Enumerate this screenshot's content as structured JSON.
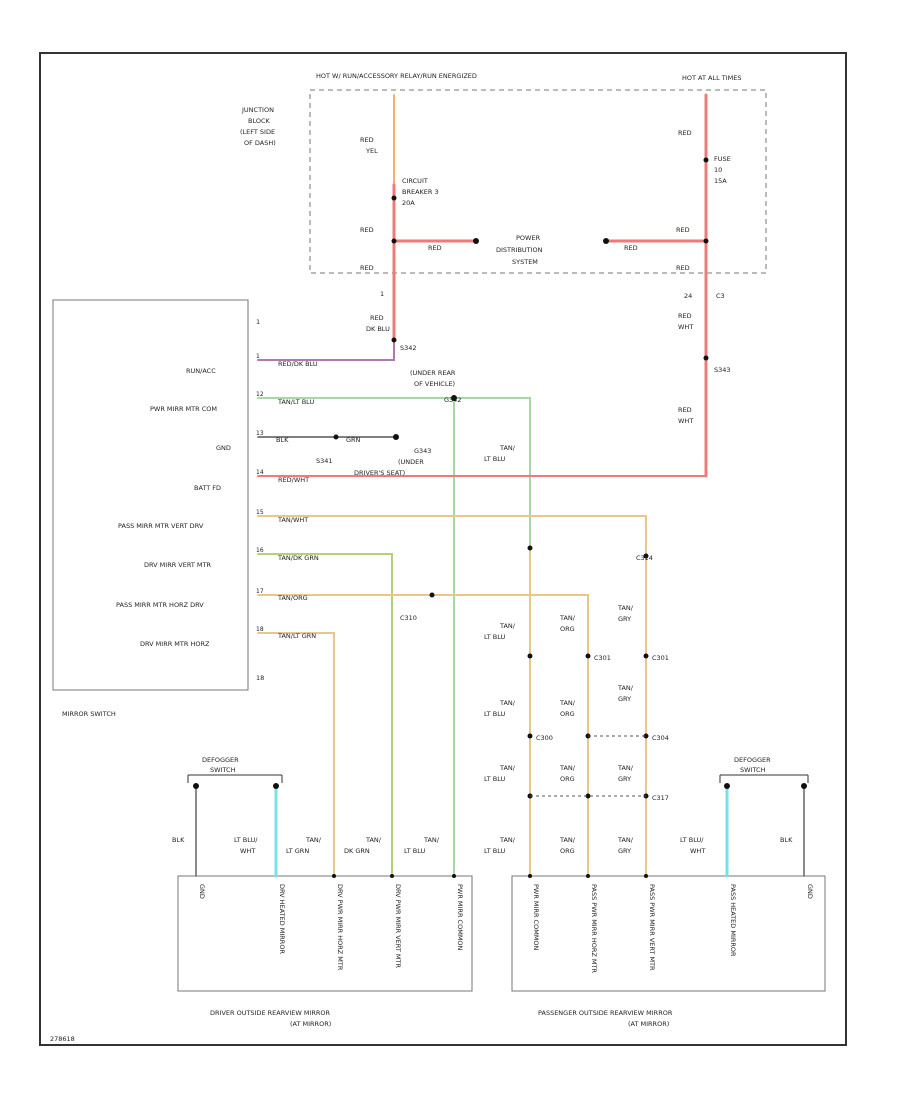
{
  "diagram": {
    "code": "278618",
    "junction_block": {
      "power_label": "HOT W/ RUN/ACCESSORY RELAY/RUN ENERGIZED",
      "hot_at_all_times": "HOT AT ALL TIMES",
      "location": [
        "JUNCTION",
        "BLOCK",
        "(LEFT SIDE",
        "OF DASH)"
      ],
      "circuit_breaker": [
        "CIRCUIT",
        "BREAKER 3",
        "20A"
      ],
      "fuse": [
        "FUSE",
        "10",
        "15A"
      ],
      "power_distribution": [
        "POWER",
        "DISTRIBUTION",
        "SYSTEM"
      ]
    },
    "mirror_switch": {
      "title": "MIRROR SWITCH",
      "pins": [
        {
          "num": "1",
          "label": "RUN/ACC"
        },
        {
          "num": "12",
          "label": "PWR MIRR MTR COM"
        },
        {
          "num": "13",
          "label": "GND"
        },
        {
          "num": "14",
          "label": "BATT FD"
        },
        {
          "num": "15",
          "label": "PASS MIRR MTR VERT DRV"
        },
        {
          "num": "16",
          "label": "DRV MIRR VERT MTR"
        },
        {
          "num": "17",
          "label": "PASS MIRR MTR HORZ DRV"
        },
        {
          "num": "18",
          "label": "DRV MIRR MTR HORZ"
        }
      ],
      "end_pin": "18"
    },
    "wire_labels": {
      "red": "RED",
      "red_yel": [
        "RED",
        "YEL"
      ],
      "red_dk_blu": [
        "RED",
        "DK BLU"
      ],
      "red_wht": [
        "RED",
        "WHT"
      ],
      "red_dk_blu_run": "RED/DK BLU",
      "tan_lt_blu": "TAN/LT BLU",
      "blk": "BLK",
      "grn": "GRN",
      "red_wht_batt": "RED/WHT",
      "tan_wht": "TAN/WHT",
      "tan_dk_grn": "TAN/DK GRN",
      "tan_org": "TAN/ORG",
      "tan_lt_grn": "TAN/LT GRN",
      "tan_lt_blu_pair": [
        "TAN/",
        "LT BLU"
      ],
      "tan_org_pair": [
        "TAN/",
        "ORG"
      ],
      "tan_gry_pair": [
        "TAN/",
        "GRY"
      ],
      "tan_lt_grn_pair": [
        "TAN/",
        "LT GRN"
      ],
      "tan_dk_grn_pair": [
        "TAN/",
        "DK GRN"
      ],
      "lt_blu_wht": [
        "LT BLU/",
        "WHT"
      ]
    },
    "connectors": {
      "c3": "C3",
      "g342": "G342",
      "g343": "G343",
      "s342": "S342",
      "s343": "S343",
      "c310": "C310",
      "c314": "C314",
      "c301": "C301",
      "c300": "C300",
      "c304": "C304",
      "c317": "C317",
      "s341": "S341",
      "pin_1": "1",
      "pin_24": "24"
    },
    "grounds": {
      "under_rear": [
        "(UNDER REAR",
        "OF VEHICLE)"
      ],
      "under_seat": [
        "(UNDER",
        "DRIVER'S SEAT)"
      ]
    },
    "defogger_switch": [
      "DEFOGGER",
      "SWITCH"
    ],
    "driver_mirror": {
      "title": [
        "DRIVER OUTSIDE REARVIEW MIRROR",
        "(AT MIRROR)"
      ],
      "pins": [
        "GND",
        "DRV HEATED MIRROR",
        "DRV PWR MIRR HORZ MTR",
        "DRV PWR MIRR VERT MTR",
        "PWR MIRR COMMON"
      ]
    },
    "passenger_mirror": {
      "title": [
        "PASSENGER OUTSIDE REARVIEW MIRROR",
        "(AT MIRROR)"
      ],
      "pins": [
        "PWR MIRR COMMON",
        "PASS PWR MIRR HORZ MTR",
        "PASS PWR MIRR VERT MTR",
        "PASS HEATED MIRROR",
        "GND"
      ]
    },
    "colors": {
      "red": "#f07a7a",
      "orange": "#f2b06a",
      "purple": "#b07ab0",
      "lt_green": "#a8d8a8",
      "tan": "#e8c88a",
      "yel_green": "#b8cf7a",
      "cyan": "#7ae0e8",
      "gray": "#666666"
    }
  }
}
